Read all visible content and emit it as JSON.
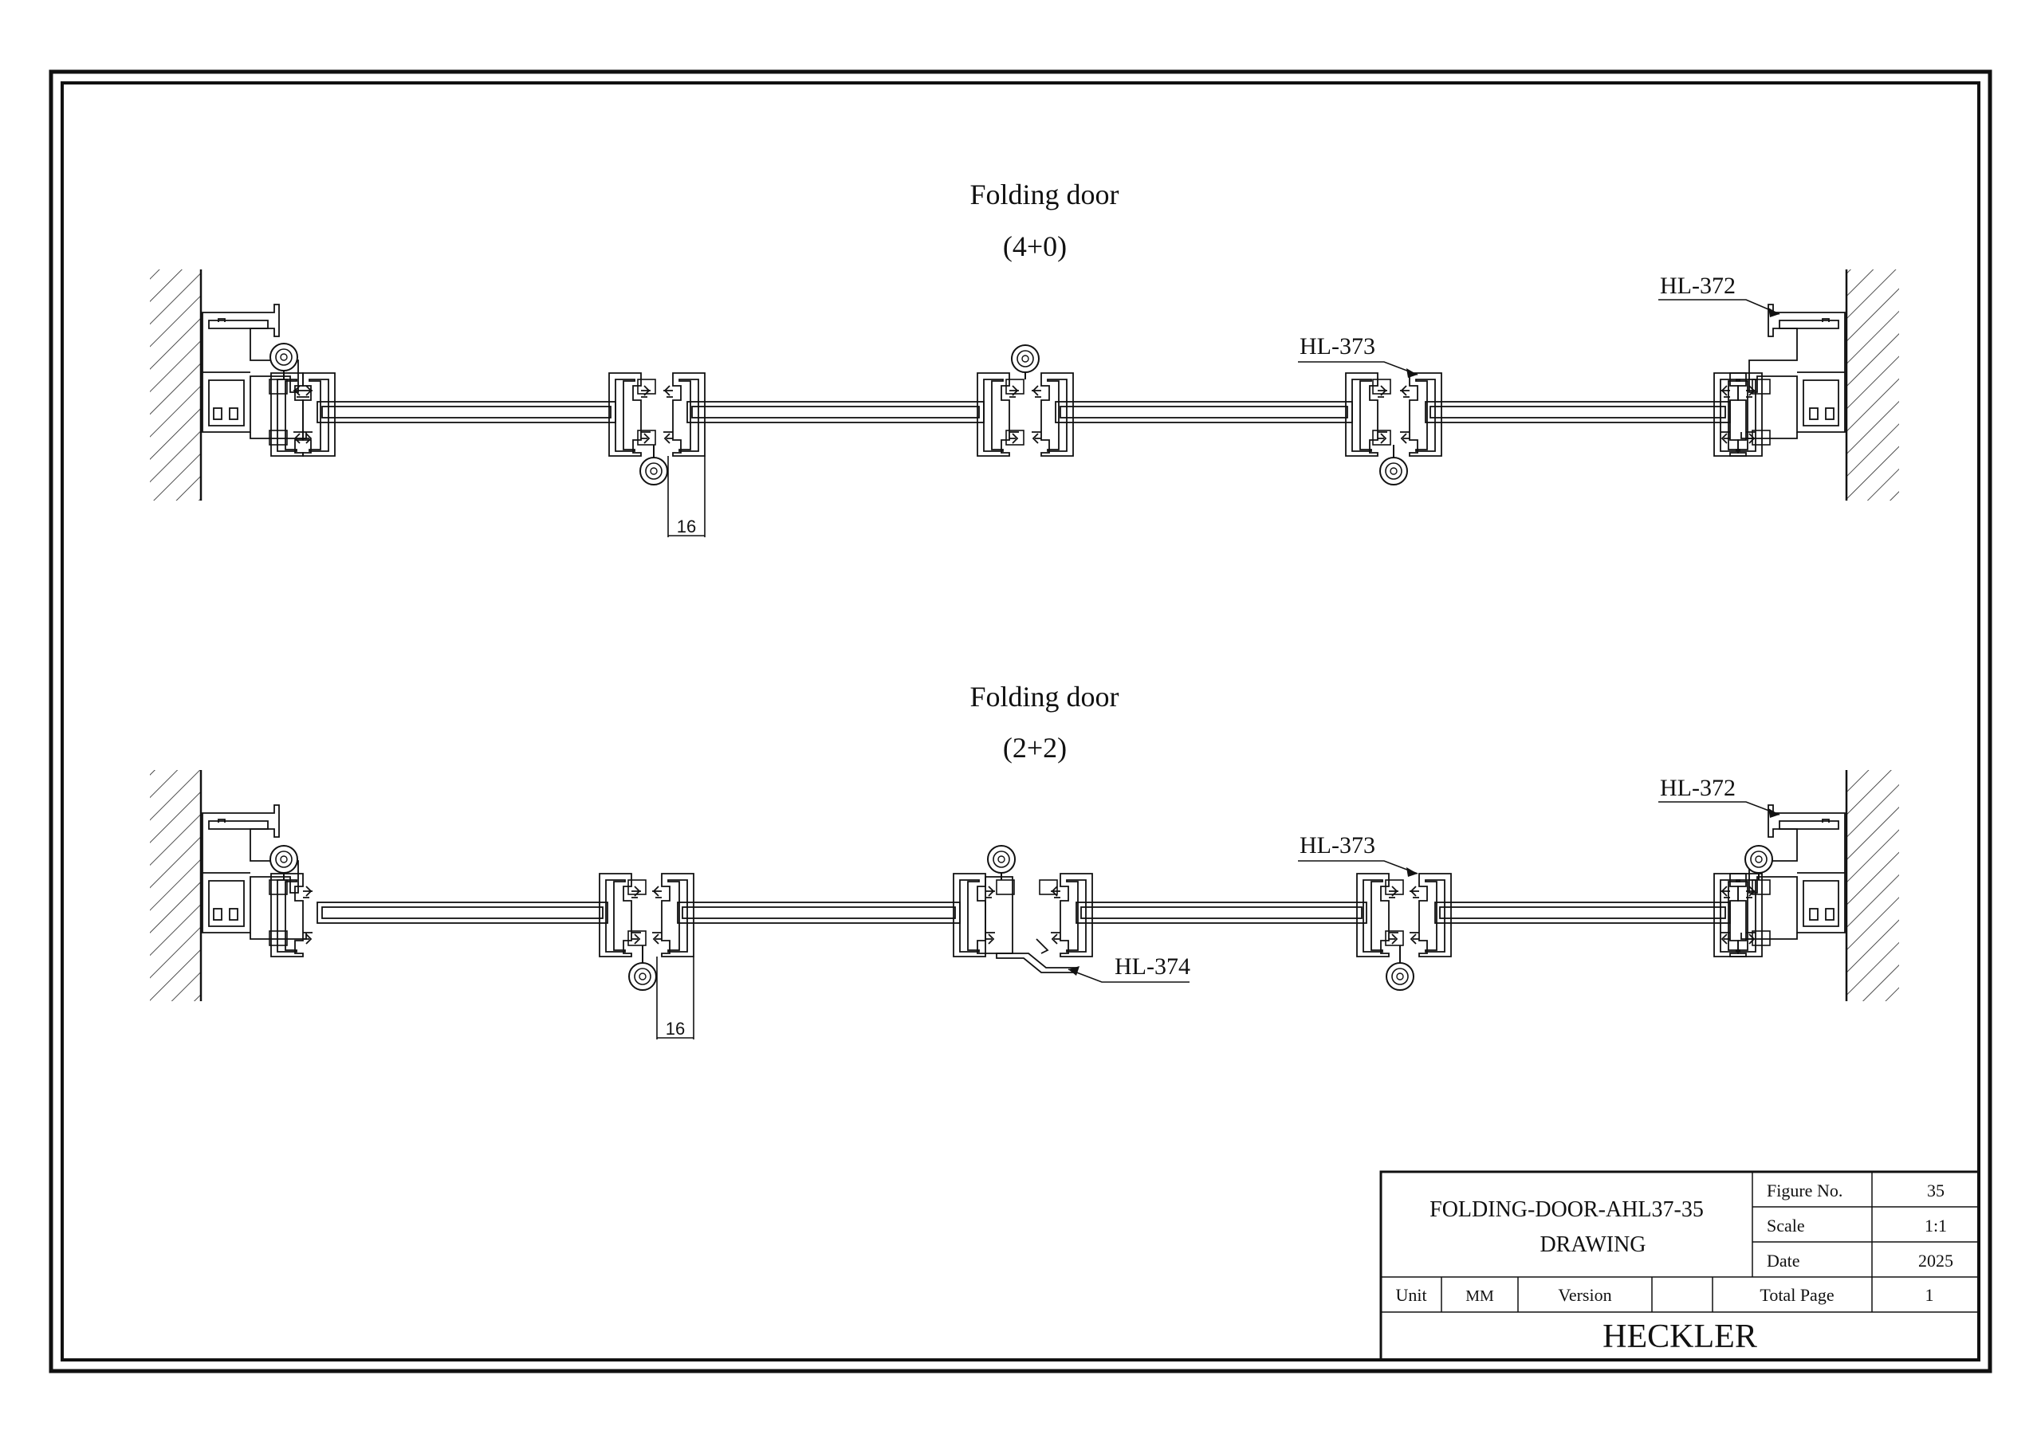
{
  "drawings": [
    {
      "title": "Folding door",
      "subtitle": "(4+0)",
      "labels": [
        "HL-372",
        "HL-373"
      ],
      "dimension": "16"
    },
    {
      "title": "Folding door",
      "subtitle": "(2+2)",
      "labels": [
        "HL-372",
        "HL-373",
        "HL-374"
      ],
      "dimension": "16"
    }
  ],
  "title_block": {
    "drawing_name": "FOLDING-DOOR-AHL37-35",
    "drawing_type": "DRAWING",
    "figure_no_label": "Figure No.",
    "figure_no": "35",
    "scale_label": "Scale",
    "scale": "1:1",
    "date_label": "Date",
    "date": "2025",
    "unit_label": "Unit",
    "unit": "MM",
    "version_label": "Version",
    "version": "",
    "total_page_label": "Total Page",
    "total_page": "1",
    "company": "HECKLER"
  },
  "colors": {
    "line": "#111111",
    "background": "#ffffff"
  }
}
